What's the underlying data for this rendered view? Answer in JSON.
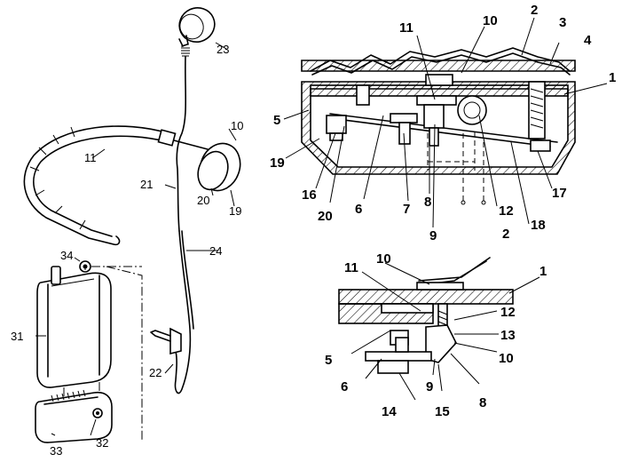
{
  "figures": {
    "headset": {
      "labels": {
        "earpiece_top": "23",
        "earcup": "10",
        "headband": "11",
        "cord_upper": "21",
        "cushion": "20",
        "cup_ring": "19",
        "cord_lower": "24",
        "plug": "22",
        "receiver": "31",
        "receiver_button": "34",
        "charger": "33",
        "charger_jack": "32"
      }
    },
    "cross_section": {
      "labels": {
        "l11": "11",
        "l10": "10",
        "l2": "2",
        "l3": "3",
        "l4": "4",
        "l1": "1",
        "l5": "5",
        "l19": "19",
        "l16": "16",
        "l20": "20",
        "l6": "6",
        "l7": "7",
        "l8": "8",
        "l9": "9",
        "l12": "12",
        "l18": "18",
        "l17": "17"
      }
    },
    "detail": {
      "labels": {
        "l2": "2",
        "l10a": "10",
        "l11": "11",
        "l1": "1",
        "l12": "12",
        "l13": "13",
        "l10b": "10",
        "l5": "5",
        "l6": "6",
        "l9": "9",
        "l8": "8",
        "l14": "14",
        "l15": "15"
      }
    }
  }
}
